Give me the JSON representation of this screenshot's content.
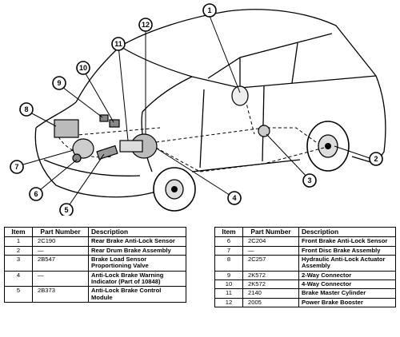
{
  "callouts": [
    "1",
    "2",
    "3",
    "4",
    "5",
    "6",
    "7",
    "8",
    "9",
    "10",
    "11",
    "12"
  ],
  "table_headers": {
    "item": "Item",
    "part_number": "Part Number",
    "description": "Description"
  },
  "left_table": [
    {
      "item": "1",
      "part": "2C190",
      "description": "Rear Brake Anti-Lock Sensor"
    },
    {
      "item": "2",
      "part": "—",
      "description": "Rear Drum Brake Assembly"
    },
    {
      "item": "3",
      "part": "2B547",
      "description": "Brake Load Sensor Proportioning Valve"
    },
    {
      "item": "4",
      "part": "—",
      "description": "Anti-Lock Brake Warning Indicator (Part of 10848)"
    },
    {
      "item": "5",
      "part": "2B373",
      "description": "Anti-Lock Brake Control Module"
    }
  ],
  "right_table": [
    {
      "item": "6",
      "part": "2C204",
      "description": "Front Brake Anti-Lock Sensor"
    },
    {
      "item": "7",
      "part": "—",
      "description": "Front Disc Brake Assembly"
    },
    {
      "item": "8",
      "part": "2C257",
      "description": "Hydraulic Anti-Lock Actuator Assembly"
    },
    {
      "item": "9",
      "part": "2K572",
      "description": "2-Way Connector"
    },
    {
      "item": "10",
      "part": "2K572",
      "description": "4-Way Connector"
    },
    {
      "item": "11",
      "part": "2140",
      "description": "Brake Master Cylinder"
    },
    {
      "item": "12",
      "part": "2005",
      "description": "Power Brake Booster"
    }
  ]
}
